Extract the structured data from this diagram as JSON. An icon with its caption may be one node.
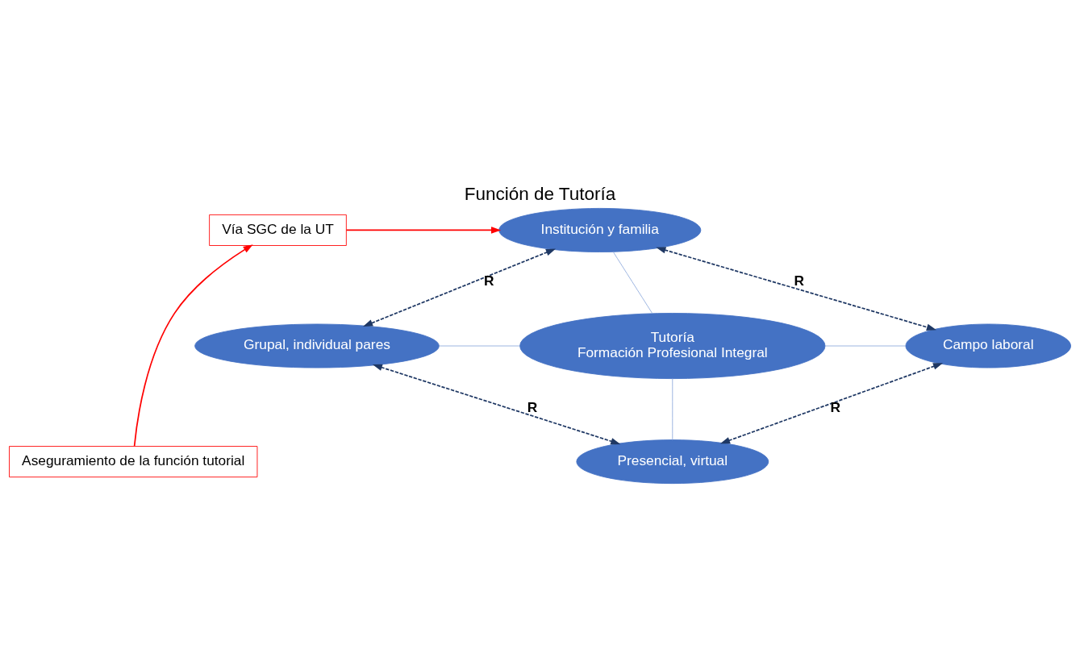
{
  "diagram": {
    "title": "Función de Tutoría",
    "nodes": [
      {
        "text": [
          "Vía SGC de la UT"
        ]
      },
      {
        "text": [
          "Aseguramiento de la función tutorial"
        ]
      },
      {
        "text": [
          "Institución y familia"
        ]
      },
      {
        "text": [
          "Grupal, individual pares"
        ]
      },
      {
        "text": [
          "Tutoría",
          "Formación Profesional Integral"
        ]
      },
      {
        "text": [
          "Campo laboral"
        ]
      },
      {
        "text": [
          "Presencial, virtual"
        ]
      }
    ],
    "edges": [
      {
        "from": 1,
        "to": 0,
        "arrow": "to",
        "color": "#ff0000"
      },
      {
        "from": 0,
        "to": 2,
        "arrow": "to",
        "color": "#ff0000"
      },
      {
        "from": 2,
        "to": 3,
        "arrow": "both",
        "label": "R",
        "style": "dashed",
        "color": "#1f3864"
      },
      {
        "from": 2,
        "to": 5,
        "arrow": "both",
        "label": "R",
        "style": "dashed",
        "color": "#1f3864"
      },
      {
        "from": 3,
        "to": 6,
        "arrow": "both",
        "label": "R",
        "style": "dashed",
        "color": "#1f3864"
      },
      {
        "from": 6,
        "to": 5,
        "arrow": "both",
        "label": "R",
        "style": "dashed",
        "color": "#1f3864"
      },
      {
        "from": 2,
        "to": 4,
        "arrow": "none",
        "color": "#8faadc"
      },
      {
        "from": 3,
        "to": 4,
        "arrow": "none",
        "color": "#8faadc"
      },
      {
        "from": 4,
        "to": 5,
        "arrow": "none",
        "color": "#8faadc"
      },
      {
        "from": 4,
        "to": 6,
        "arrow": "none",
        "color": "#8faadc"
      }
    ]
  }
}
